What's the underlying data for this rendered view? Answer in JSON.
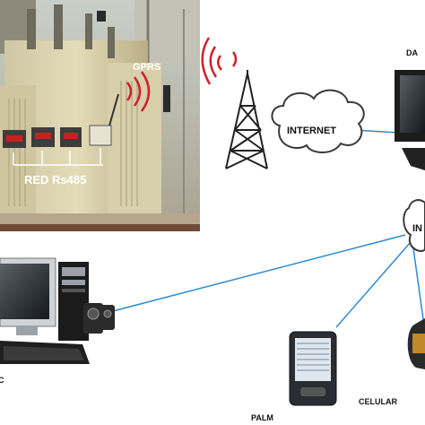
{
  "photo": {
    "gprs_label": "GPRS",
    "network_label": "RED Rs485"
  },
  "network": {
    "internet_label": "INTERNET",
    "internet_label_2": "IN",
    "dataserver_label": "DA",
    "palm_label": "PALM",
    "celular_label": "CELULAR",
    "pc_label": "C"
  },
  "colors": {
    "link_line": "#2a8bd0",
    "signal_red": "#d0202a",
    "cloud_fill": "#ffffff",
    "cloud_stroke": "#3a3a3a"
  }
}
